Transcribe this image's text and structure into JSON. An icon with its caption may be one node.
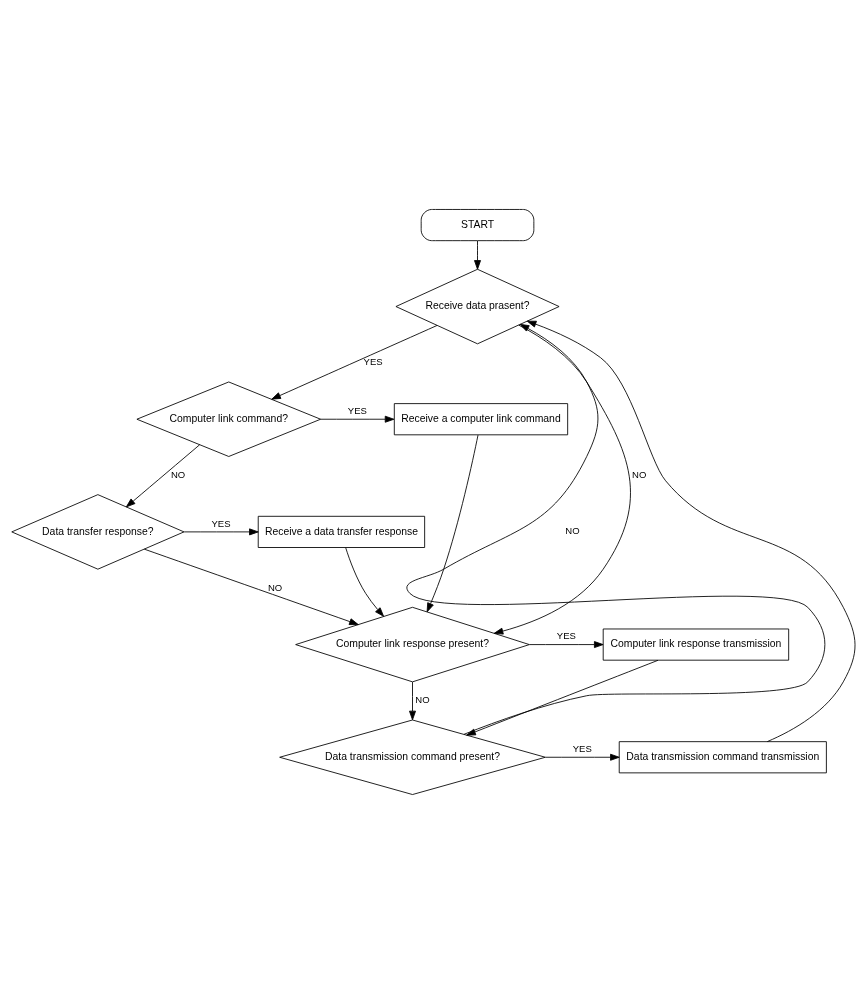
{
  "diagram": {
    "nodes": [
      {
        "text": [
          "START"
        ]
      },
      {
        "text": [
          "Receive data prasent?"
        ]
      },
      {
        "text": [
          "Computer link command?"
        ]
      },
      {
        "text": [
          "Receive a computer link command"
        ]
      },
      {
        "text": [
          "Data transfer response?"
        ]
      },
      {
        "text": [
          "Receive a data transfer response"
        ]
      },
      {
        "text": [
          "Computer link response present?"
        ]
      },
      {
        "text": [
          "Computer link response transmission"
        ]
      },
      {
        "text": [
          "Data transmission command present?"
        ]
      },
      {
        "text": [
          "Data transmission command transmission"
        ]
      }
    ],
    "edges": [
      {
        "from": 0,
        "to": 1,
        "arrow": "to"
      },
      {
        "from": 1,
        "to": 2,
        "arrow": "to",
        "label": "YES"
      },
      {
        "from": 1,
        "to": 6,
        "arrow": "to",
        "label": "NO"
      },
      {
        "from": 2,
        "to": 3,
        "arrow": "to",
        "label": "YES"
      },
      {
        "from": 2,
        "to": 4,
        "arrow": "to",
        "label": "NO"
      },
      {
        "from": 3,
        "to": 6,
        "arrow": "to"
      },
      {
        "from": 4,
        "to": 5,
        "arrow": "to",
        "label": "YES"
      },
      {
        "from": 4,
        "to": 6,
        "arrow": "to",
        "label": "NO"
      },
      {
        "from": 5,
        "to": 6,
        "arrow": "to"
      },
      {
        "from": 6,
        "to": 7,
        "arrow": "to",
        "label": "YES"
      },
      {
        "from": 6,
        "to": 8,
        "arrow": "to",
        "label": "NO"
      },
      {
        "from": 7,
        "to": 8,
        "arrow": "to"
      },
      {
        "from": 8,
        "to": 9,
        "arrow": "to",
        "label": "YES"
      },
      {
        "from": 8,
        "to": 1,
        "arrow": "to",
        "label": "NO"
      },
      {
        "from": 9,
        "to": 1,
        "arrow": "to"
      }
    ]
  }
}
